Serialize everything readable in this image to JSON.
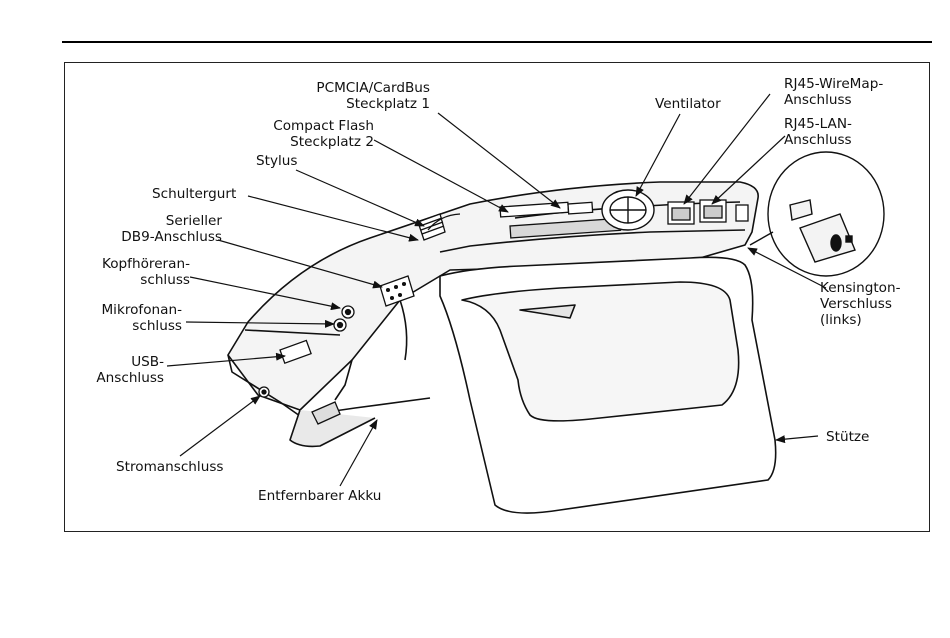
{
  "labels": {
    "pcmcia": [
      "PCMCIA/CardBus",
      "Steckplatz 1"
    ],
    "compact_flash": [
      "Compact Flash",
      "Steckplatz 2"
    ],
    "stylus": "Stylus",
    "schultergurt": "Schultergurt",
    "serieller": [
      "Serieller",
      "DB9-Anschluss"
    ],
    "kopfhoerer": [
      "Kopfhöreran-",
      "schluss"
    ],
    "mikrofon": [
      "Mikrofonan-",
      "schluss"
    ],
    "usb": [
      "USB-",
      "Anschluss"
    ],
    "strom": "Stromanschluss",
    "akku": "Entfernbarer Akku",
    "ventilator": "Ventilator",
    "rj45_wiremap": [
      "RJ45-WireMap-",
      "Anschluss"
    ],
    "rj45_lan": [
      "RJ45-LAN-",
      "Anschluss"
    ],
    "kensington": [
      "Kensington-",
      "Verschluss",
      "(links)"
    ],
    "stuetze": "Stütze"
  }
}
